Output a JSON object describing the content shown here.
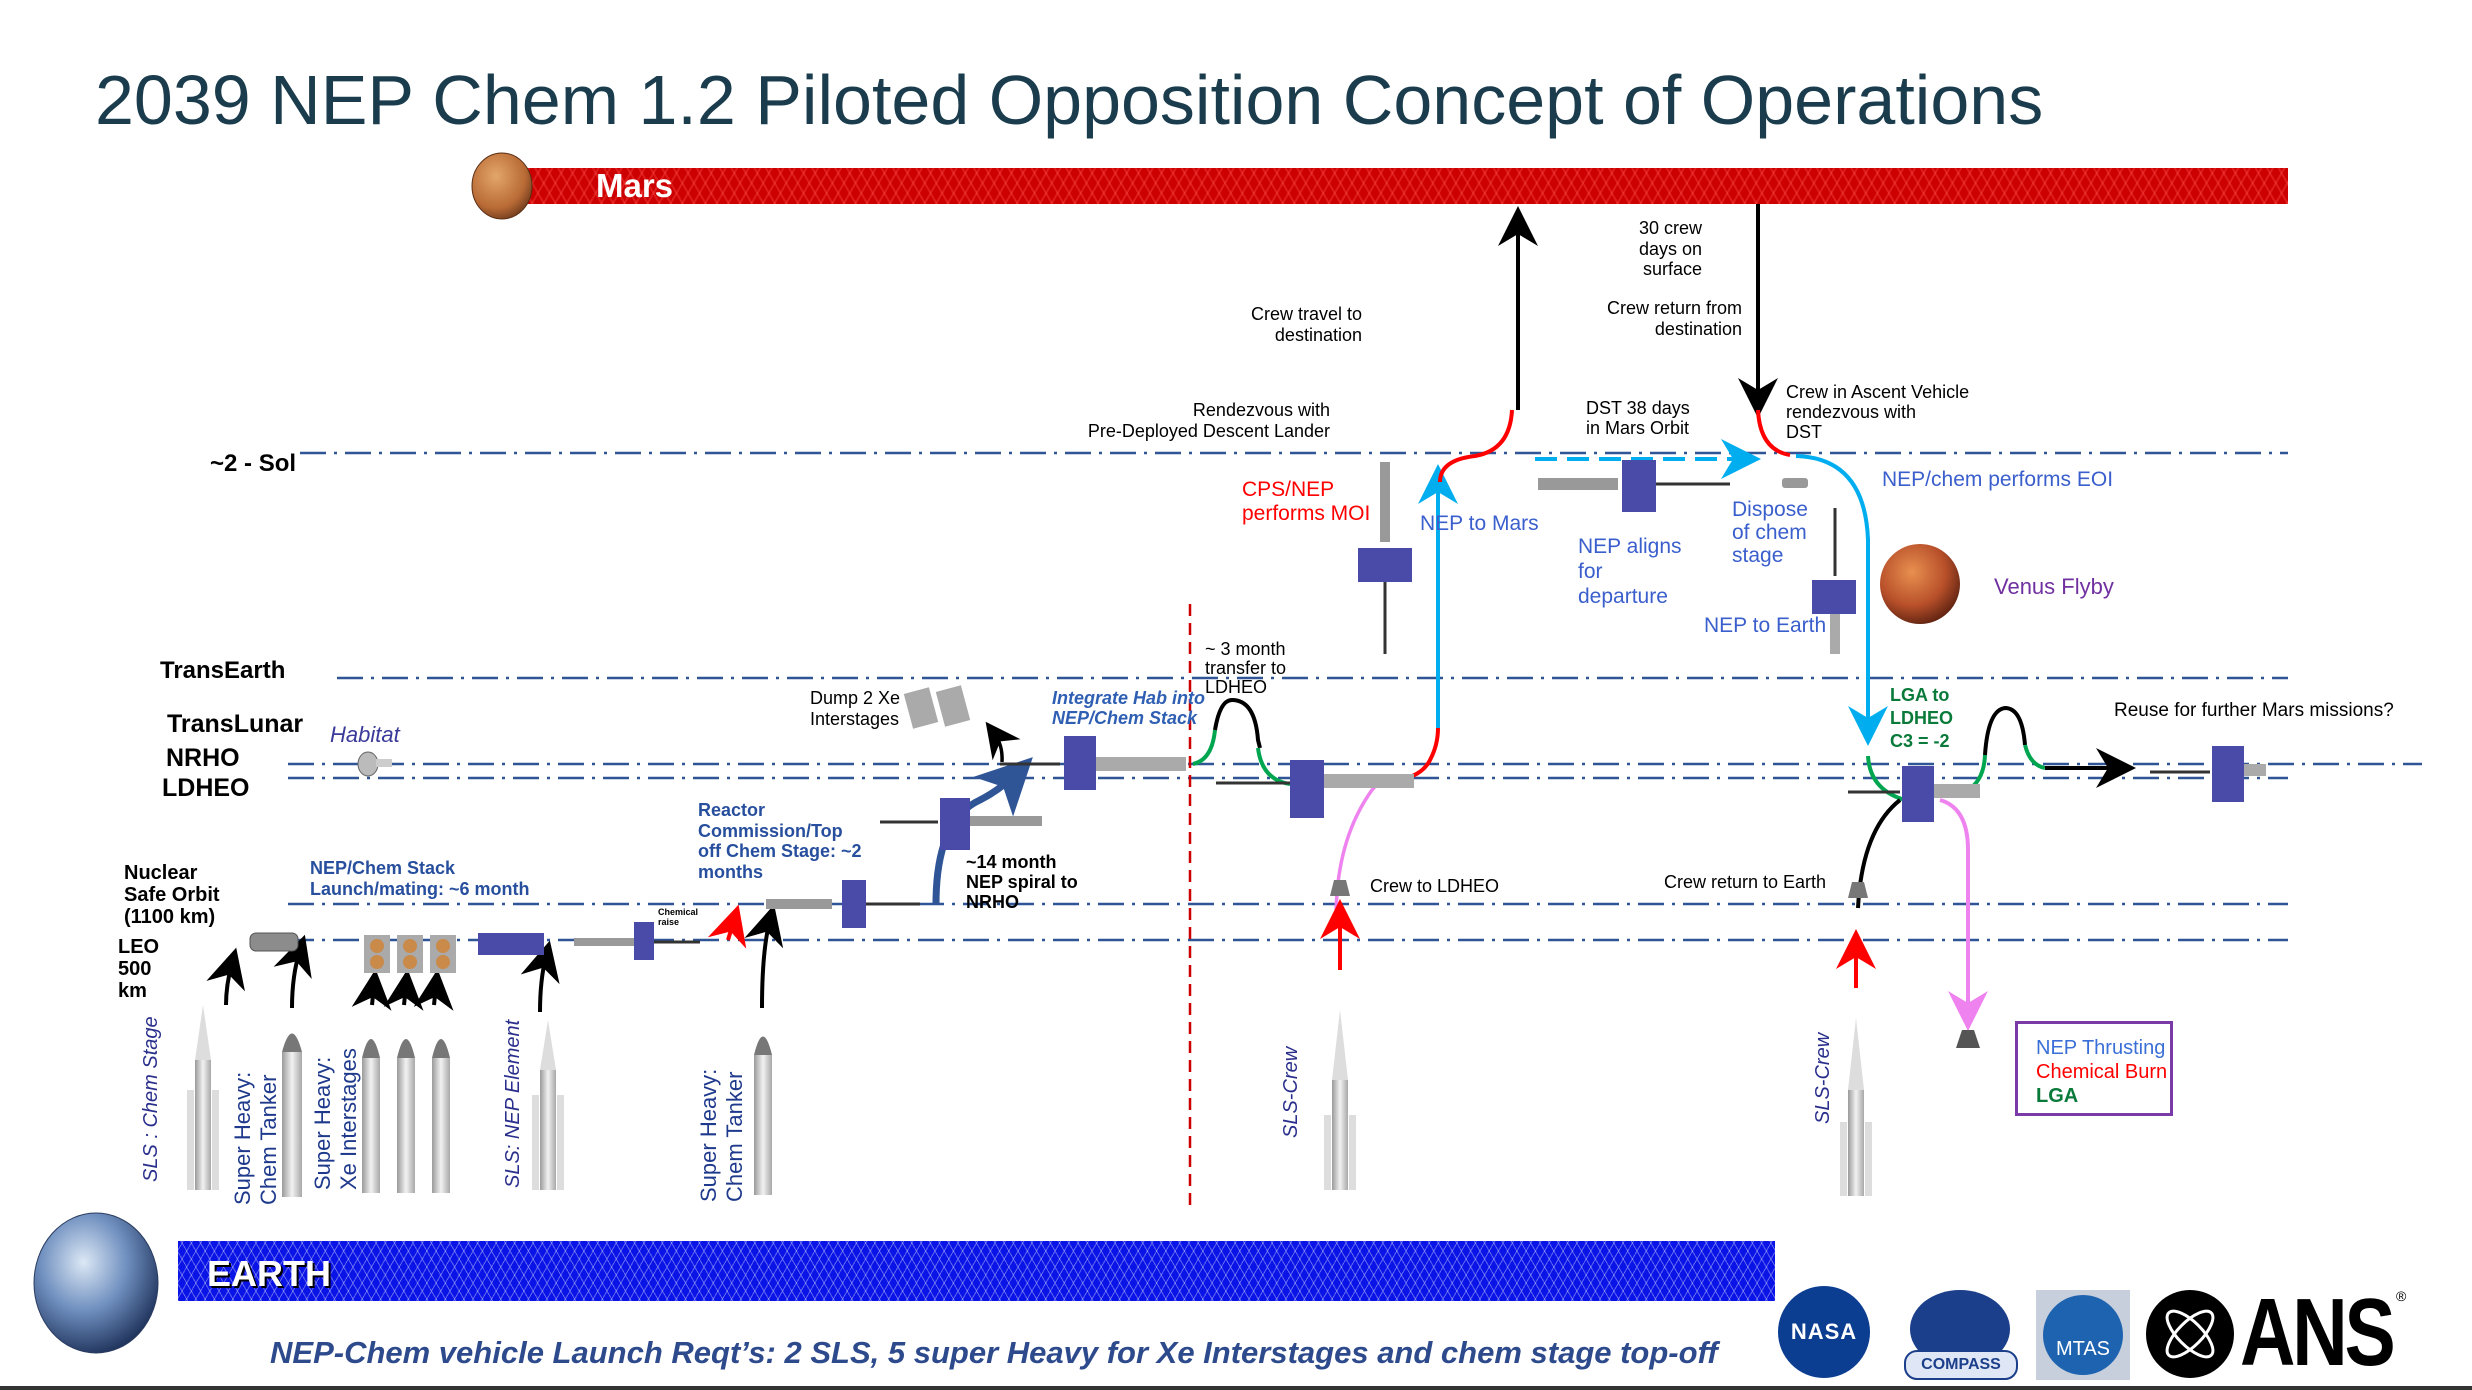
{
  "title": "2039 NEP Chem 1.2  Piloted Opposition Concept of Operations",
  "bands": {
    "mars": "Mars",
    "earth": "EARTH"
  },
  "levels": {
    "sol": "~2 - Sol",
    "trans_earth": "TransEarth",
    "trans_lunar": "TransLunar",
    "nrho": "NRHO",
    "ldheo": "LDHEO",
    "nuclear_safe": [
      "Nuclear",
      "Safe Orbit",
      "(1100 km)"
    ],
    "leo": [
      "LEO",
      "500",
      "km"
    ]
  },
  "annotations": {
    "habitat": "Habitat",
    "nep_chem_stack": [
      "NEP/Chem Stack",
      "Launch/mating: ~6 month"
    ],
    "chemical_raise": [
      "Chemical",
      "raise"
    ],
    "reactor_commission": [
      "Reactor",
      "Commission/Top",
      "off Chem Stage: ~2",
      "months"
    ],
    "nep_spiral": [
      "~14 month",
      "NEP spiral to",
      "NRHO"
    ],
    "dump_xe": [
      "Dump 2 Xe",
      "Interstages"
    ],
    "integrate_hab": [
      "Integrate Hab into",
      "NEP/Chem Stack"
    ],
    "three_month": [
      "~  3 month",
      "transfer to",
      "LDHEO"
    ],
    "crew_to_ldheo": "Crew to LDHEO",
    "cps_nep_moi": [
      "CPS/NEP",
      "performs MOI"
    ],
    "nep_to_mars": "NEP to Mars",
    "rendezvous_lander": [
      "Rendezvous with",
      "Pre-Deployed Descent Lander"
    ],
    "crew_travel": [
      "Crew travel to",
      "destination"
    ],
    "crew_days": [
      "30  crew",
      "days on",
      "surface"
    ],
    "crew_return_dest": [
      "Crew return from",
      "destination"
    ],
    "dst_38": [
      "DST 38 days",
      "in Mars Orbit"
    ],
    "nep_aligns": [
      "NEP aligns",
      "for",
      "departure"
    ],
    "dispose_chem": [
      "Dispose",
      "of chem",
      "stage"
    ],
    "nep_to_earth": "NEP to Earth",
    "crew_ascent": [
      "Crew in Ascent Vehicle",
      "rendezvous with",
      "DST"
    ],
    "nep_eoi": "NEP/chem  performs EOI",
    "venus_flyby": "Venus Flyby",
    "lga_ldheo": [
      "LGA to",
      "LDHEO",
      "C3 = -2"
    ],
    "reuse": "Reuse for further Mars missions?",
    "crew_return_earth": "Crew return to Earth"
  },
  "launch_vehicles": {
    "sls_chem": "SLS : Chem Stage",
    "sh_chem_tanker_1": [
      "Super Heavy:",
      "Chem Tanker"
    ],
    "sh_xe_interstages": [
      "Super Heavy:",
      "Xe Interstages"
    ],
    "sls_nep": "SLS: NEP Element",
    "sh_chem_tanker_2": [
      "Super Heavy:",
      "Chem Tanker"
    ],
    "sls_crew_1": "SLS-Crew",
    "sls_crew_2": "SLS-Crew"
  },
  "legend": {
    "items": [
      {
        "label": "NEP Thrusting",
        "color": "#3a6fd8"
      },
      {
        "label": "Chemical Burn",
        "color": "#ff0000"
      },
      {
        "label": "LGA",
        "color": "#0a7a3a"
      }
    ]
  },
  "footer": "NEP-Chem vehicle Launch Reqt’s: 2 SLS, 5 super Heavy for Xe Interstages and chem stage top-off",
  "logos": {
    "nasa": "NASA",
    "compass": "COMPASS",
    "mtas": "MTAS",
    "ans": "ANS",
    "ans_mark": "®"
  },
  "colors": {
    "nep": "#00aeef",
    "chem": "#ff0000",
    "lga": "#00a550",
    "crew": "#ee82ee",
    "orbit_line": "#2f5597",
    "mars_band": "#cc0000",
    "earth_band": "#0a14e6"
  }
}
